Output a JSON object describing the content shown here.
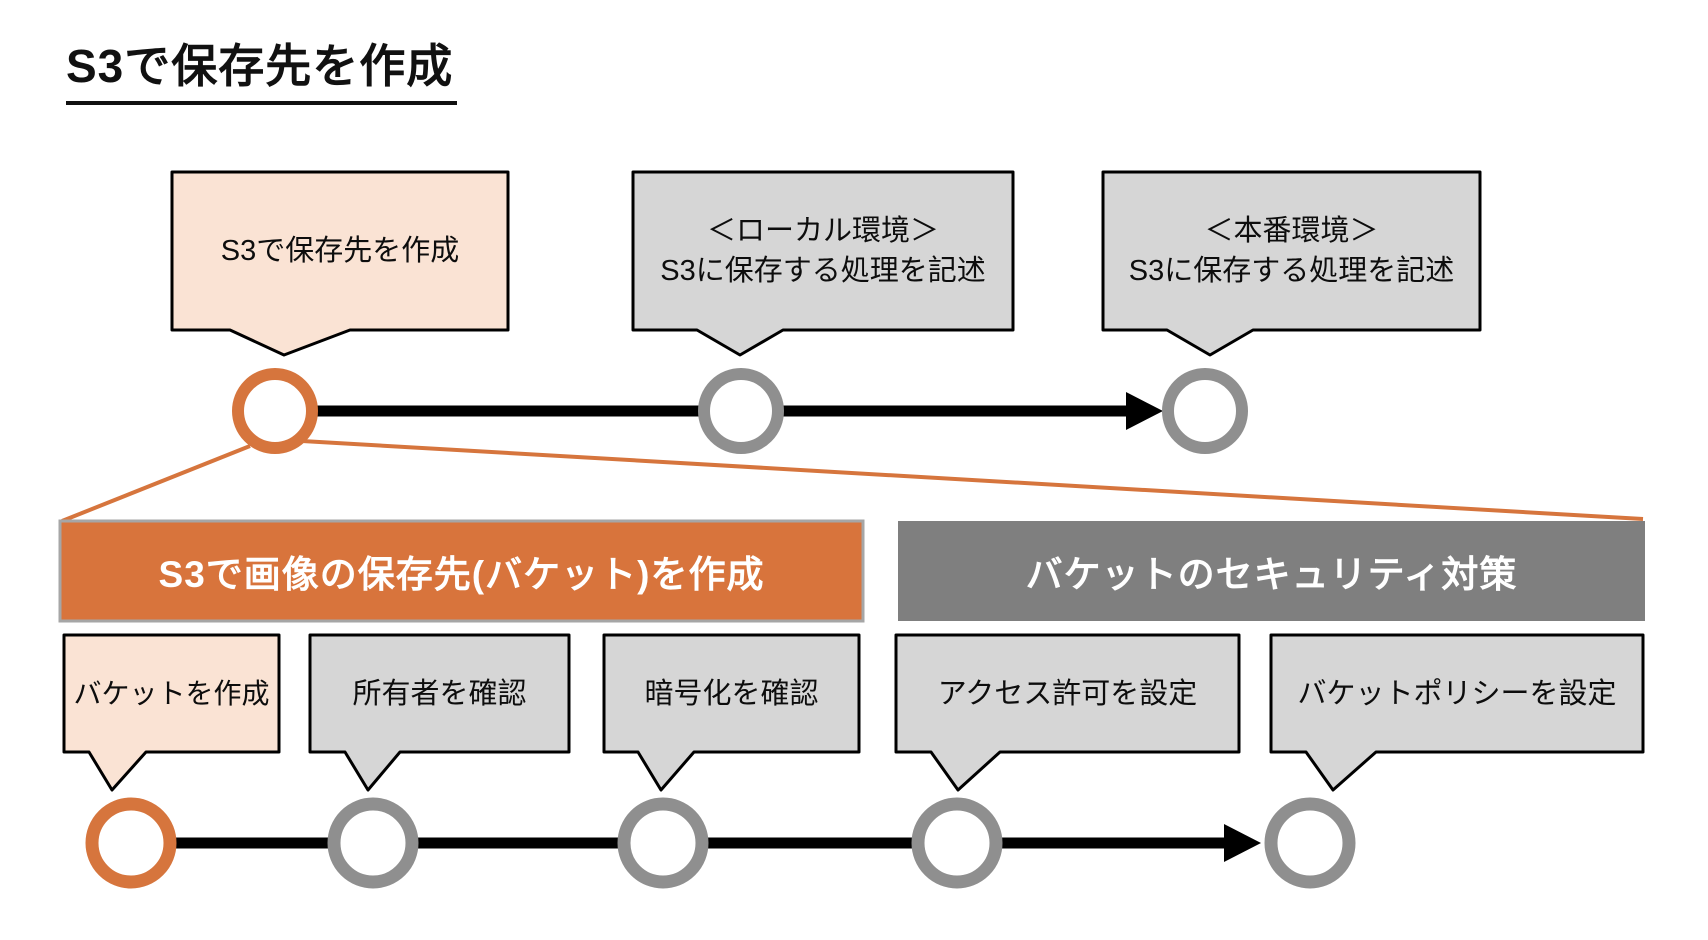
{
  "title": "S3で保存先を作成",
  "colors": {
    "accent_orange": "#D6753D",
    "peach_fill": "#FAE3D4",
    "gray_fill": "#D6D6D6",
    "gray_bar": "#7F7F7F",
    "gray_ring": "#8F8F8F",
    "bar_border": "#A6A6A6",
    "outline_black": "#000000"
  },
  "overview": {
    "steps": [
      {
        "id": "create-s3-destination",
        "highlighted": true,
        "lines": [
          "S3で保存先を作成",
          ""
        ]
      },
      {
        "id": "local-env",
        "highlighted": false,
        "lines": [
          "＜ローカル環境＞",
          "S3に保存する処理を記述"
        ]
      },
      {
        "id": "production-env",
        "highlighted": false,
        "lines": [
          "＜本番環境＞",
          "S3に保存する処理を記述"
        ]
      }
    ]
  },
  "detail": {
    "groups": [
      {
        "id": "create-bucket-group",
        "style": "orange",
        "title": "S3で画像の保存先(バケット)を作成"
      },
      {
        "id": "bucket-security-group",
        "style": "gray",
        "title": "バケットのセキュリティ対策"
      }
    ],
    "steps": [
      {
        "id": "create-bucket",
        "highlighted": true,
        "label": "バケットを作成"
      },
      {
        "id": "confirm-owner",
        "highlighted": false,
        "label": "所有者を確認"
      },
      {
        "id": "confirm-encryption",
        "highlighted": false,
        "label": "暗号化を確認"
      },
      {
        "id": "set-access-permission",
        "highlighted": false,
        "label": "アクセス許可を設定"
      },
      {
        "id": "set-bucket-policy",
        "highlighted": false,
        "label": "バケットポリシーを設定"
      }
    ]
  }
}
